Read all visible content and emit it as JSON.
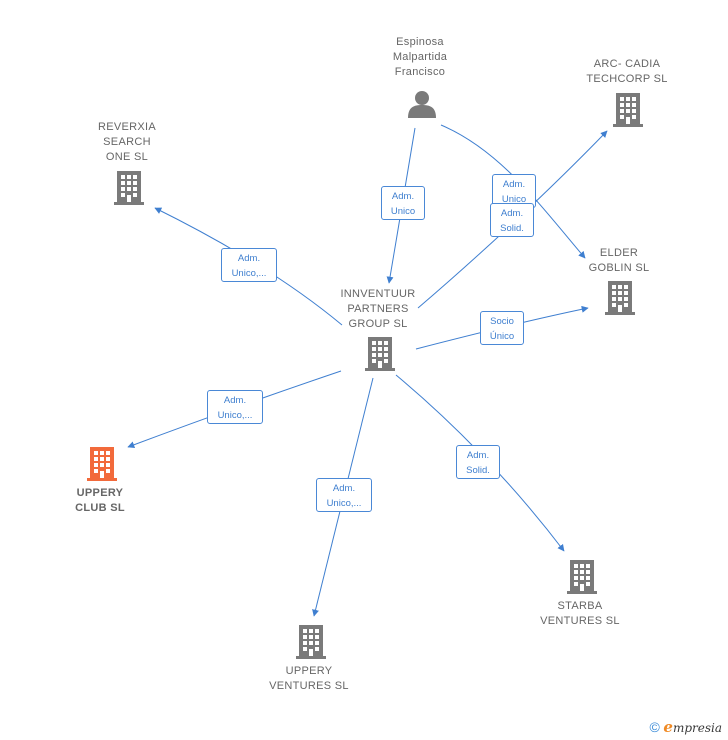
{
  "nodes": {
    "person": {
      "name_lines": [
        "Espinosa",
        "Malpartida",
        "Francisco"
      ],
      "icon": "person-icon"
    },
    "arc_cadia": {
      "name_lines": [
        "ARC- CADIA",
        "TECHCORP  SL"
      ],
      "icon": "building-icon"
    },
    "reverxia": {
      "name_lines": [
        "REVERXIA",
        "SEARCH",
        "ONE  SL"
      ],
      "icon": "building-icon"
    },
    "elder": {
      "name_lines": [
        "ELDER",
        "GOBLIN  SL"
      ],
      "icon": "building-icon"
    },
    "innventuur": {
      "name_lines": [
        "INNVENTUUR",
        "PARTNERS",
        "GROUP  SL"
      ],
      "icon": "building-icon"
    },
    "uppery_club": {
      "name_lines": [
        "UPPERY",
        "CLUB  SL"
      ],
      "icon": "building-icon",
      "color": "#f26a3b"
    },
    "starba": {
      "name_lines": [
        "STARBA",
        "VENTURES  SL"
      ],
      "icon": "building-icon"
    },
    "uppery_ventures": {
      "name_lines": [
        "UPPERY",
        "VENTURES  SL"
      ],
      "icon": "building-icon"
    }
  },
  "edges": {
    "person_innventuur": [
      "Adm.",
      "Unico"
    ],
    "person_arc": [
      "Adm.",
      "Unico"
    ],
    "innventuur_arc": [
      "Adm.",
      "Solid."
    ],
    "innventuur_reverxia": [
      "Adm.",
      "Unico,..."
    ],
    "innventuur_elder": [
      "Socio",
      "Único"
    ],
    "innventuur_uppery_club": [
      "Adm.",
      "Unico,..."
    ],
    "innventuur_starba": [
      "Adm.",
      "Solid."
    ],
    "innventuur_uppery_ventures": [
      "Adm.",
      "Unico,..."
    ]
  },
  "colors": {
    "edge": "#3f7fd0",
    "icon": "#7a7a7a",
    "focus_icon": "#f26a3b"
  },
  "footer": {
    "copyright": "©",
    "brand_initial": "e",
    "brand_rest": "mpresia"
  }
}
